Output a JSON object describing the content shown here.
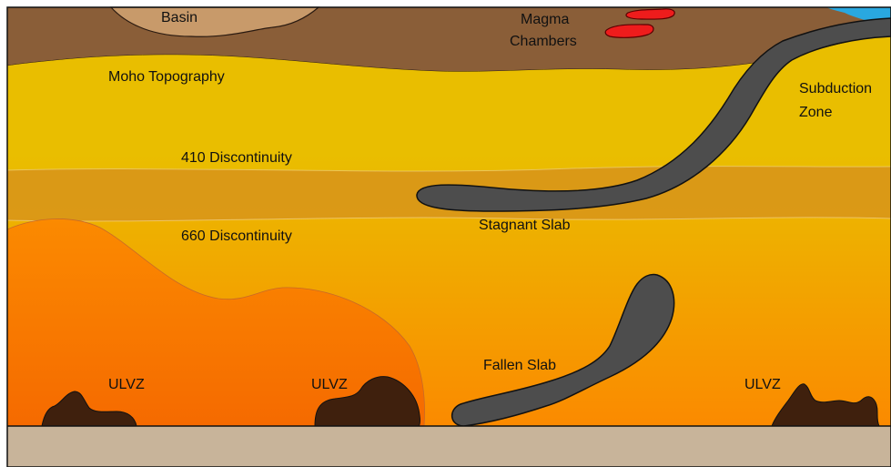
{
  "labels": {
    "basin": "Basin",
    "magma_line1": "Magma",
    "magma_line2": "Chambers",
    "moho": "Moho Topography",
    "subduction_line1": "Subduction",
    "subduction_line2": "Zone",
    "d410": "410 Discontinuity",
    "d660": "660 Discontinuity",
    "stagnant_slab": "Stagnant Slab",
    "fallen_slab": "Fallen Slab",
    "ulvz_left": "ULVZ",
    "ulvz_middle": "ULVZ",
    "ulvz_right": "ULVZ"
  },
  "colors": {
    "crust": "#8a5e38",
    "basin": "#c89a6a",
    "ocean": "#29a8e0",
    "magma": "#ee1c1c",
    "upper_mantle": "#e9be00",
    "lower_mantle": "#fb8a00",
    "transition_zone": "#d89618",
    "thermochemical_pile": "#f56a00",
    "slab": "#4d4d4d",
    "ulvz": "#3f200d",
    "core": "#c8b49a"
  }
}
